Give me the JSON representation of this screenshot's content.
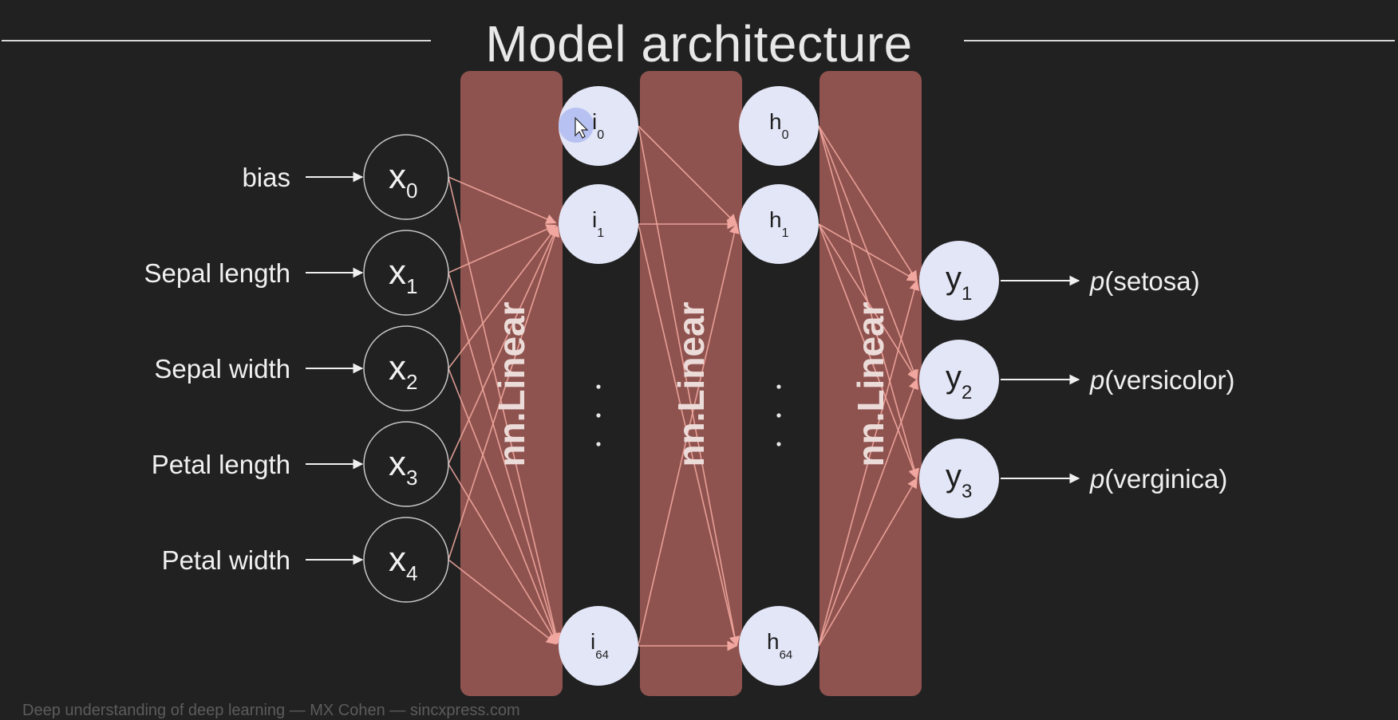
{
  "title": "Model architecture",
  "footer": "Deep understanding of deep learning — MX Cohen — sincxpress.com",
  "colors": {
    "background": "#212121",
    "layer_band": "#945551",
    "edge": "#f1a79f",
    "node_fill": "#e3e6f7",
    "input_node_stroke": "#c9c9c9",
    "text": "#f0f0f0",
    "cursor_highlight": "#a8b6f2"
  },
  "input_labels": [
    "bias",
    "Sepal length",
    "Sepal width",
    "Petal length",
    "Petal width"
  ],
  "input_nodes": [
    {
      "base": "x",
      "sub": "0"
    },
    {
      "base": "x",
      "sub": "1"
    },
    {
      "base": "x",
      "sub": "2"
    },
    {
      "base": "x",
      "sub": "3"
    },
    {
      "base": "x",
      "sub": "4"
    }
  ],
  "layer_label": "nn.Linear",
  "hidden1_nodes": [
    {
      "base": "i",
      "sub": "0"
    },
    {
      "base": "i",
      "sub": "1"
    },
    {
      "base": "i",
      "sub": "64"
    }
  ],
  "hidden2_nodes": [
    {
      "base": "h",
      "sub": "0"
    },
    {
      "base": "h",
      "sub": "1"
    },
    {
      "base": "h",
      "sub": "64"
    }
  ],
  "ellipsis": "·\n·\n·",
  "output_nodes": [
    {
      "base": "y",
      "sub": "1"
    },
    {
      "base": "y",
      "sub": "2"
    },
    {
      "base": "y",
      "sub": "3"
    }
  ],
  "output_labels": [
    {
      "p": "p",
      "name": "(setosa)"
    },
    {
      "p": "p",
      "name": "(versicolor)"
    },
    {
      "p": "p",
      "name": "(verginica)"
    }
  ]
}
